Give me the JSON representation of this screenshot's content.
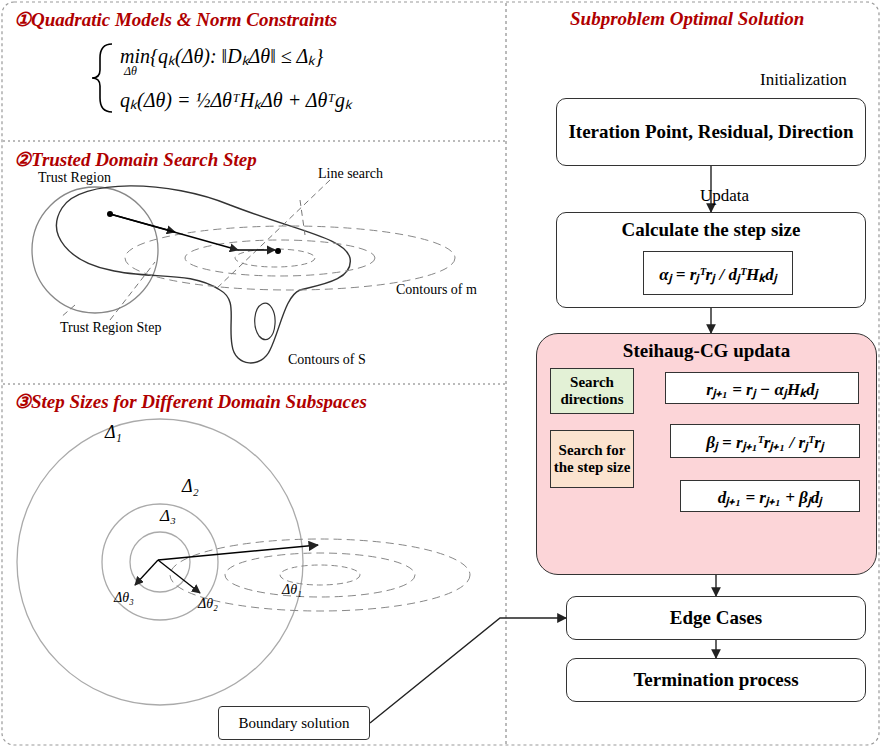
{
  "diagram": {
    "nodes": [
      {
        "text": [
          "Iteration Point, Residual, Direction"
        ]
      },
      {
        "text": [
          "Calculate the step size"
        ]
      },
      {
        "text": [
          "αⱼ = rⱼᵀrⱼ / dⱼᵀHₖdⱼ"
        ],
        "in": 1
      },
      {
        "text": [
          "Steihaug-CG updata"
        ]
      },
      {
        "text": [
          "Search directions"
        ],
        "in": 3
      },
      {
        "text": [
          "Search for the step size"
        ],
        "in": 3
      },
      {
        "text": [
          "rⱼ₊₁ = rⱼ − αⱼHₖdⱼ"
        ],
        "in": 3
      },
      {
        "text": [
          "βⱼ = rⱼ₊₁ᵀrⱼ₊₁ / rⱼᵀrⱼ"
        ],
        "in": 3
      },
      {
        "text": [
          "dⱼ₊₁ = rⱼ₊₁ + βⱼdⱼ"
        ],
        "in": 3
      },
      {
        "text": [
          "Edge Cases"
        ]
      },
      {
        "text": [
          "Termination process"
        ]
      },
      {
        "text": [
          "Boundary solution"
        ]
      }
    ],
    "edges": [
      {
        "from": 0,
        "to": 1,
        "arrow": "to"
      },
      {
        "from": 1,
        "to": 3,
        "arrow": "to"
      },
      {
        "from": 6,
        "to": 4,
        "arrow": "to"
      },
      {
        "from": 6,
        "to": 5,
        "arrow": "to"
      },
      {
        "from": 6,
        "to": 7,
        "arrow": "to"
      },
      {
        "from": 7,
        "to": 8,
        "arrow": "to"
      },
      {
        "from": 3,
        "to": 9,
        "arrow": "to"
      },
      {
        "from": 9,
        "to": 10,
        "arrow": "to"
      },
      {
        "from": 11,
        "to": 9,
        "arrow": "to"
      }
    ],
    "labels": [
      "①Quadratic Models & Norm Constraints",
      "min{qₖ(Δθ): ‖DₖΔθ‖ ≤ Δₖ}",
      "Δθ",
      "qₖ(Δθ) = ½ΔθᵀHₖΔθ + Δθᵀgₖ",
      "②Trusted Domain Search Step",
      "Trust Region",
      "Line search",
      "Contours of m",
      "Trust Region Step",
      "Contours of S",
      "③Step Sizes for Different Domain Subspaces",
      "Δ₁",
      "Δ₂",
      "Δ₃",
      "Δθ₃",
      "Δθ₂",
      "Δθ₁",
      "Subproblem Optimal Solution",
      "Initialization",
      "Updata"
    ]
  }
}
